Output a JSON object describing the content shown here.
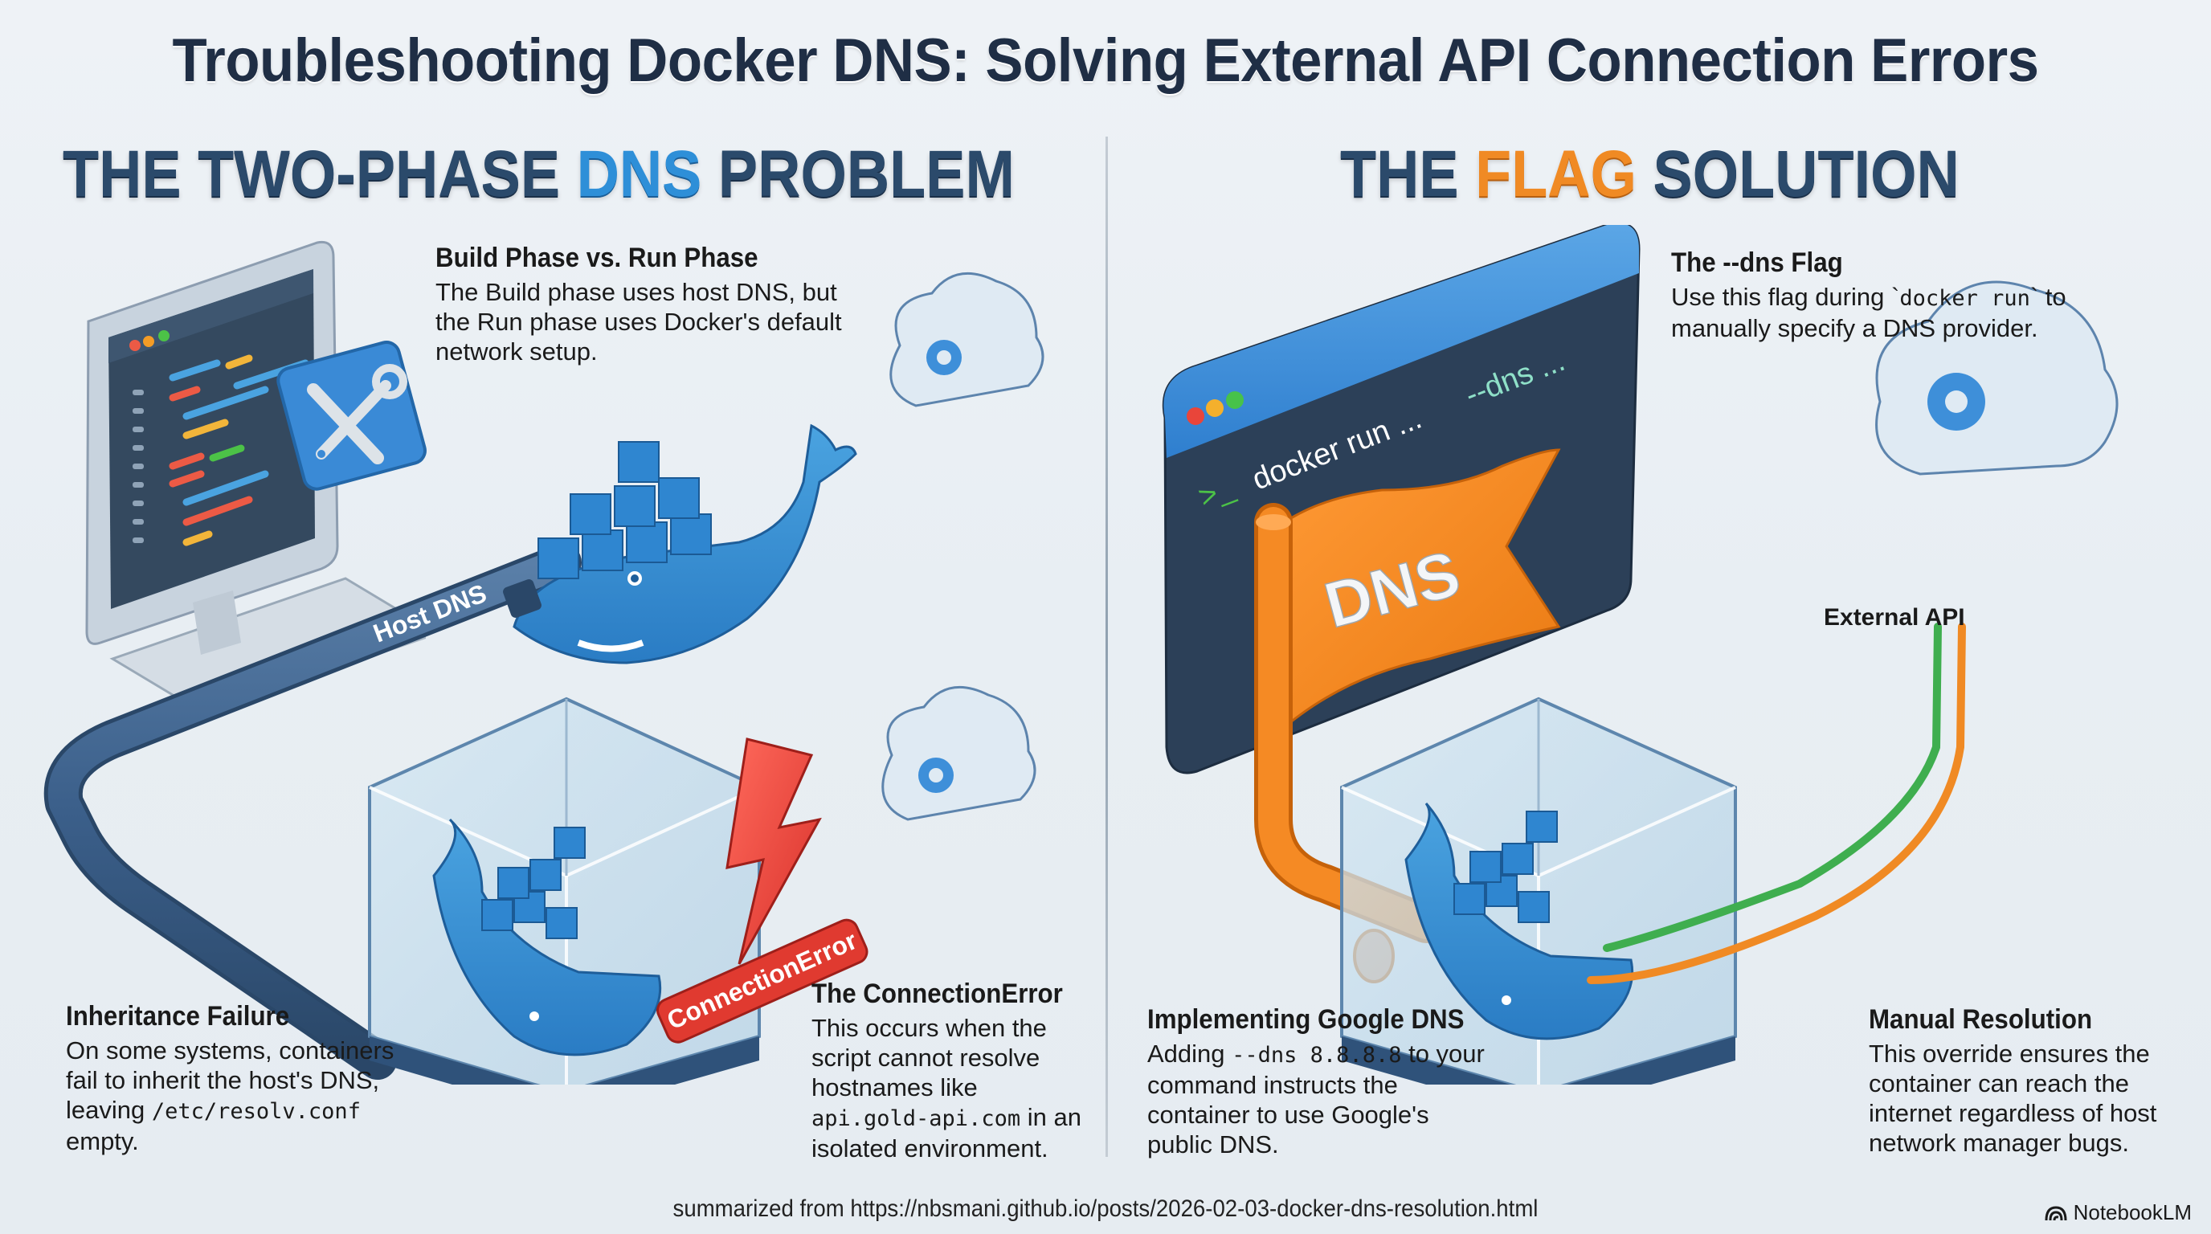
{
  "header": {
    "title": "Troubleshooting Docker DNS: Solving External API Connection Errors"
  },
  "left_section": {
    "title_prefix": "THE TWO-PHASE ",
    "title_highlight": "DNS",
    "title_suffix": " PROBLEM",
    "highlight_color": "#2e8fd8",
    "illustration": {
      "pipe_label": "Host DNS",
      "error_badge": "ConnectionError",
      "icons": [
        "computer-monitor-icon",
        "wrench-screwdriver-icon",
        "docker-whale-icon",
        "cloud-gear-icon",
        "container-cube-icon",
        "lightning-bolt-icon"
      ]
    },
    "callouts": [
      {
        "id": "build-vs-run",
        "title": "Build Phase vs. Run Phase",
        "body": "The Build phase uses host DNS, but the Run phase uses Docker's default network setup."
      },
      {
        "id": "inheritance-failure",
        "title": "Inheritance Failure",
        "body_before": "On some systems, containers fail to inherit the host's DNS, leaving ",
        "code": "/etc/resolv.conf",
        "body_after": " empty."
      },
      {
        "id": "connection-error",
        "title": "The ConnectionError",
        "body_before": "This occurs when the script cannot resolve hostnames like ",
        "code": "api.gold-api.com",
        "body_after": " in an isolated environment."
      }
    ]
  },
  "right_section": {
    "title_prefix": "THE ",
    "title_highlight": "FLAG",
    "title_suffix": " SOLUTION",
    "highlight_color": "#f08a24",
    "illustration": {
      "terminal_prompt": ">_",
      "terminal_command": "docker run ...",
      "terminal_flag": "--dns ...",
      "flag_label": "DNS",
      "cloud_label": "External API",
      "pipe_colors": [
        "#f08a24",
        "#3fae4f"
      ]
    },
    "callouts": [
      {
        "id": "dns-flag",
        "title": "The --dns Flag",
        "body_before": "Use this flag during `",
        "code": "docker run",
        "body_after": "` to manually specify a DNS provider."
      },
      {
        "id": "google-dns",
        "title": "Implementing Google DNS",
        "body_before": "Adding ",
        "code": "--dns 8.8.8.8",
        "body_after": " to your command instructs the container to use Google's public DNS."
      },
      {
        "id": "manual-resolution",
        "title": "Manual Resolution",
        "body": "This override ensures the container can reach the internet regardless of host network manager bugs."
      }
    ]
  },
  "footer": {
    "source": "summarized from https://nbsmani.github.io/posts/2026-02-03-docker-dns-resolution.html",
    "brand": "NotebookLM"
  }
}
